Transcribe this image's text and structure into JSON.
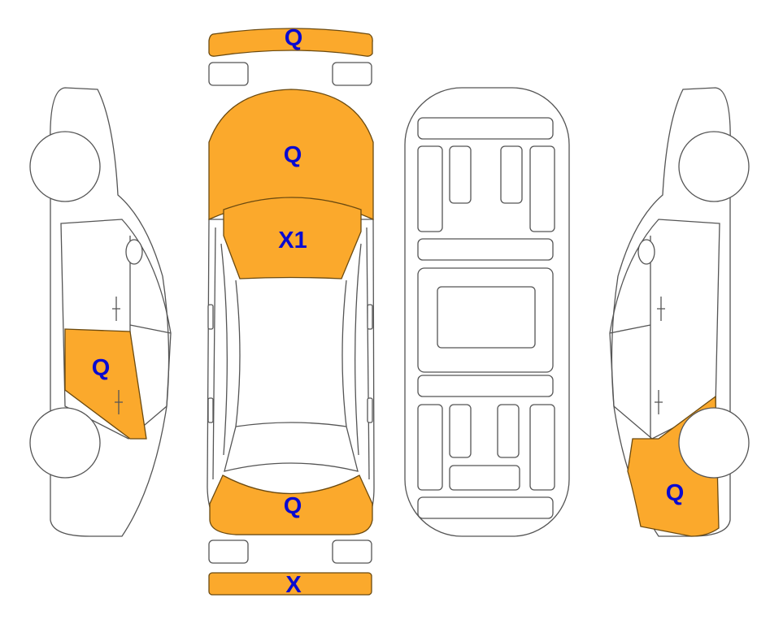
{
  "diagram": {
    "type": "vehicle damage diagram",
    "damage_color": "#FBA92C",
    "label_color": "#0A0AD0",
    "zones": {
      "front_bumper": "Q",
      "hood": "Q",
      "windshield": "X1",
      "trunk": "Q",
      "rear_bumper": "X",
      "left_rear_door": "Q",
      "right_rear_quarter": "Q"
    }
  }
}
